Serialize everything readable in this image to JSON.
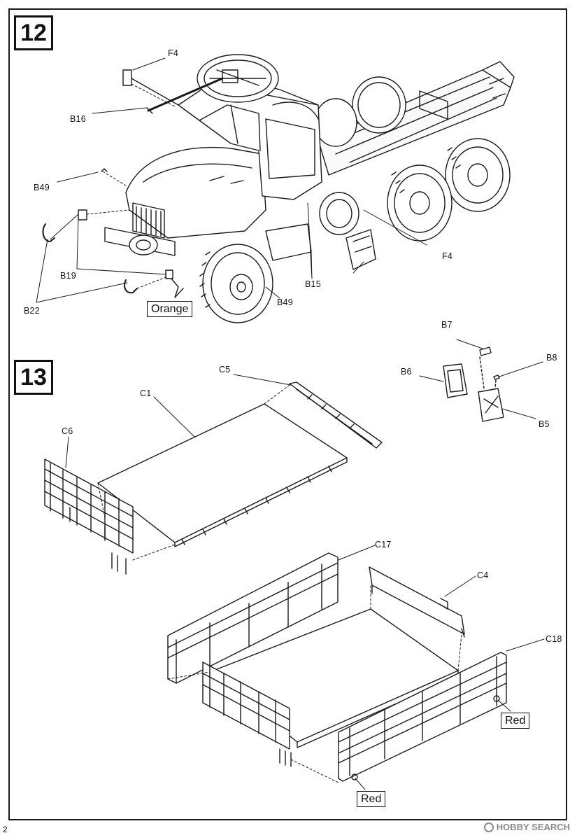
{
  "steps": {
    "step12": {
      "number": "12"
    },
    "step13": {
      "number": "13"
    }
  },
  "callouts": {
    "f4_top": "F4",
    "b16": "B16",
    "b49_left": "B49",
    "b19": "B19",
    "b22": "B22",
    "b15": "B15",
    "b49_wheel": "B49",
    "f4_right": "F4",
    "b7": "B7",
    "b8": "B8",
    "b6": "B6",
    "b5": "B5",
    "c5": "C5",
    "c1": "C1",
    "c6": "C6",
    "c17": "C17",
    "c4": "C4",
    "c18": "C18"
  },
  "color_notes": {
    "orange": "Orange",
    "red_right": "Red",
    "red_bottom": "Red"
  },
  "page_number": "2",
  "footer_watermark": "HOBBY SEARCH"
}
